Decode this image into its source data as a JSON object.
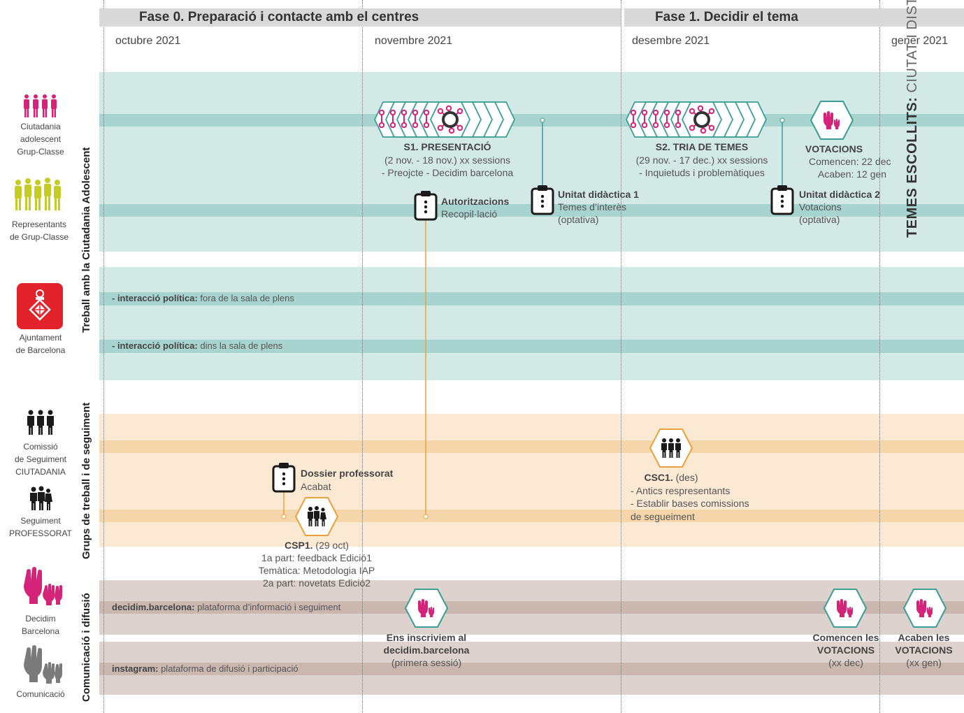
{
  "phases": [
    {
      "label": "Fase 0. Preparació i contacte amb el centres"
    },
    {
      "label": "Fase 1. Decidir el tema"
    }
  ],
  "months": [
    "octubre 2021",
    "novembre 2021",
    "desembre 2021",
    "gener 2021"
  ],
  "sections": {
    "adolescent": "Treball amb la Ciutadania Adolescent",
    "groups": "Grups de treball i de seguiment",
    "communication": "Comunicació i difusió"
  },
  "actors": {
    "ciutadania": "Ciutadania\nadolescent\nGrup-Classe",
    "representants": "Representants\nde Grup-Classe",
    "ajuntament": "Ajuntament\nde Barcelona",
    "comissio": "Comissió\nde Seguiment\nCIUTADANIA",
    "professorat": "Seguiment\nPROFESSORAT",
    "decidim": "Decidim\nBarcelona",
    "comunicacio": "Comunicació"
  },
  "lanes": {
    "interaccio1_bold": "- interacció política:",
    "interaccio1_text": " fora de la sala de plens",
    "interaccio2_bold": "- interacció política:",
    "interaccio2_text": " dins la sala de plens",
    "decidim_bold": "decidim.barcelona:",
    "decidim_text": " plataforma d’informació i seguiment",
    "instagram_bold": "instagram:",
    "instagram_text": " plataforma de difusió i participació"
  },
  "events": {
    "s1": {
      "title": "S1. PRESENTACIÓ",
      "line1": "(2 nov. - 18 nov.) xx sessions",
      "line2": "- Preojcte - Decidim barcelona"
    },
    "s2": {
      "title": "S2. TRIA DE TEMES",
      "line1": "(29 nov. - 17 dec.) xx sessions",
      "line2": "- Inquietuds i problemàtiques"
    },
    "votacions": {
      "title": "VOTACIONS",
      "line1": "Comencen: 22 dec",
      "line2": "Acaben: 12 gen"
    },
    "autoritzacions": {
      "title": "Autoritzacions",
      "line1": "Recopil·lació"
    },
    "unitat1": {
      "title": "Unitat didàctica 1",
      "line1": "Temes d’interès",
      "line2": "(optativa)"
    },
    "unitat2": {
      "title": "Unitat didàctica 2",
      "line1": "Votacions",
      "line2": "(optativa)"
    },
    "temes_bold": "TEMES ESCOLLITS:",
    "temes_light": " CIUTAT I DISTRICTE",
    "dossier": {
      "title": "Dossier professorat",
      "line1": "Acabat"
    },
    "csp1": {
      "title": "CSP1.",
      "date": " (29 oct)",
      "line1": "1a part: feedback Edició1",
      "line2": "Temàtica: Metodologia IAP",
      "line3": "2a part: novetats Edició2"
    },
    "csc1": {
      "title": "CSC1.",
      "date": " (des)",
      "line1": "- Antics respresentants",
      "line2": "- Establir bases comissions",
      "line3": "de segueiment"
    },
    "ens": {
      "title1": "Ens inscriviem al",
      "title2": "decidim.barcelona",
      "line1": "(primera sessió)"
    },
    "comencen": {
      "title1": "Comencen les",
      "title2": "VOTACIONS",
      "line1": "(xx dec)"
    },
    "acaben": {
      "title1": "Acaben les",
      "title2": "VOTACIONS",
      "line1": "(xx gen)"
    }
  },
  "colors": {
    "teal_bg": "#d3e9e5",
    "teal_band": "#a8d4cf",
    "teal_stroke": "#3a9e95",
    "orange_bg": "#fbe9d3",
    "orange_band": "#f5d6aa",
    "orange_stroke": "#e8a23c",
    "taupe_bg": "#ddd2cd",
    "taupe_band": "#c9b7b0",
    "magenta": "#d6237a",
    "yellow_green": "#c4cc25",
    "red": "#e2232b"
  }
}
